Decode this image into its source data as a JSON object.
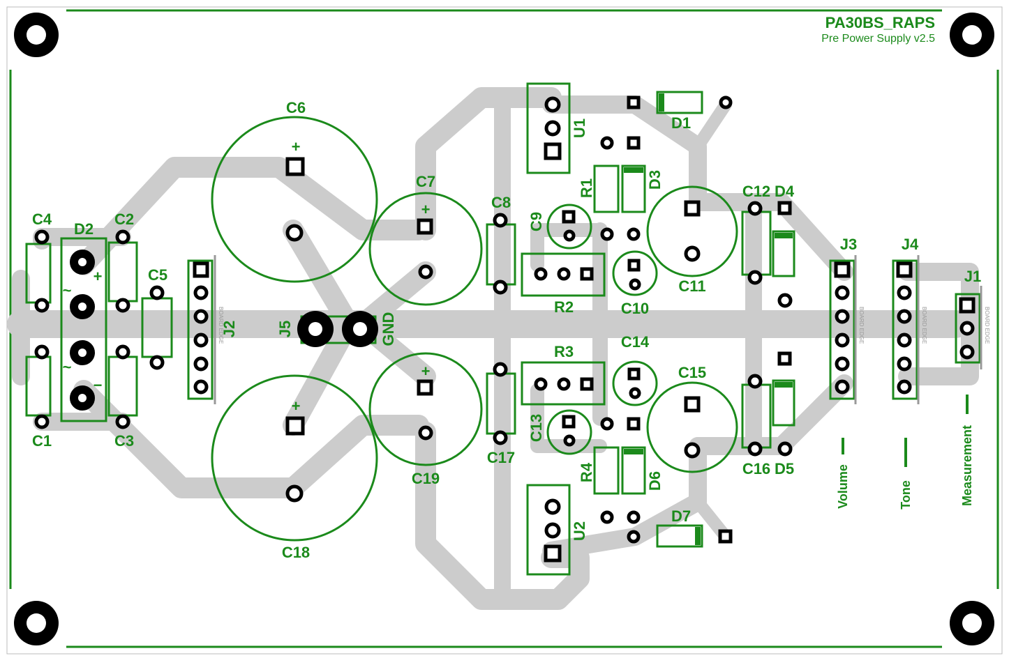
{
  "title": {
    "board_name": "PA30BS_RAPS",
    "subtitle": "Pre Power Supply v2.5"
  },
  "colors": {
    "silkscreen": "#1b8a1b",
    "trace": "#cccccc",
    "pad": "#000000",
    "board_bg": "#ffffff"
  },
  "labels": {
    "C1": "C1",
    "C2": "C2",
    "C3": "C3",
    "C4": "C4",
    "C5": "C5",
    "C6": "C6",
    "C7": "C7",
    "C8": "C8",
    "C9": "C9",
    "C10": "C10",
    "C11": "C11",
    "C12": "C12",
    "C13": "C13",
    "C14": "C14",
    "C15": "C15",
    "C16": "C16",
    "C17": "C17",
    "C18": "C18",
    "C19": "C19",
    "D1": "D1",
    "D2": "D2",
    "D3": "D3",
    "D4": "D4",
    "D5": "D5",
    "D6": "D6",
    "D7": "D7",
    "R1": "R1",
    "R2": "R2",
    "R3": "R3",
    "R4": "R4",
    "U1": "U1",
    "U2": "U2",
    "J1": "J1",
    "J2": "J2",
    "J3": "J3",
    "J4": "J4",
    "J5": "J5",
    "GND": "GND"
  },
  "symbols": {
    "plus": "+",
    "minus": "−",
    "tilde": "~"
  },
  "connectors": {
    "board_edge_text": "BOARD EDGE",
    "volume": "Volume",
    "tone": "Tone",
    "measurement": "Measurement"
  },
  "icons": {
    "mounting_hole": "mounting-hole-icon",
    "pad": "pad-icon"
  }
}
